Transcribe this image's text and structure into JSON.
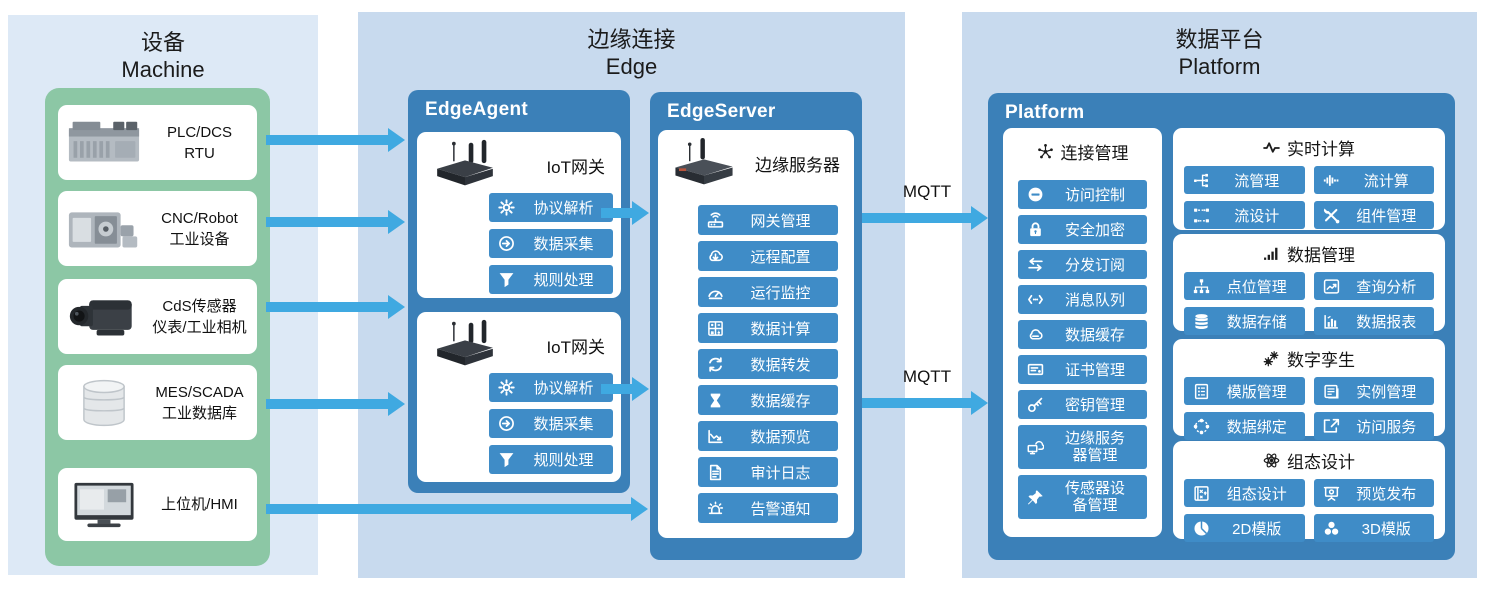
{
  "titles": {
    "machine_zh": "设备",
    "machine_en": "Machine",
    "edge_zh": "边缘连接",
    "edge_en": "Edge",
    "platform_zh": "数据平台",
    "platform_en": "Platform"
  },
  "machine": {
    "devices": [
      {
        "icon": "plc-device-image",
        "lines": [
          "PLC/DCS",
          "RTU"
        ]
      },
      {
        "icon": "cnc-machine-image",
        "lines": [
          "CNC/Robot",
          "工业设备"
        ]
      },
      {
        "icon": "industrial-camera-image",
        "lines": [
          "CdS传感器",
          "仪表/工业相机"
        ]
      },
      {
        "icon": "database-image",
        "lines": [
          "MES/SCADA",
          "工业数据库"
        ]
      },
      {
        "icon": "hmi-monitor-image",
        "lines": [
          "上位机/HMI"
        ]
      }
    ]
  },
  "edge": {
    "agent": {
      "title": "EdgeAgent",
      "gateways": [
        {
          "icon": "iot-gateway-image",
          "label": "IoT网关",
          "features": [
            {
              "icon": "gear-icon",
              "label": "协议解析"
            },
            {
              "icon": "collect-arrow-icon",
              "label": "数据采集"
            },
            {
              "icon": "filter-icon",
              "label": "规则处理"
            }
          ]
        },
        {
          "icon": "iot-gateway-image",
          "label": "IoT网关",
          "features": [
            {
              "icon": "gear-icon",
              "label": "协议解析"
            },
            {
              "icon": "collect-arrow-icon",
              "label": "数据采集"
            },
            {
              "icon": "filter-icon",
              "label": "规则处理"
            }
          ]
        }
      ]
    },
    "server": {
      "title": "EdgeServer",
      "device": {
        "icon": "edge-server-image",
        "label": "边缘服务器"
      },
      "features": [
        {
          "icon": "gateway-router-icon",
          "label": "网关管理"
        },
        {
          "icon": "cloud-download-icon",
          "label": "远程配置"
        },
        {
          "icon": "gauge-icon",
          "label": "运行监控"
        },
        {
          "icon": "calculator-icon",
          "label": "数据计算"
        },
        {
          "icon": "sync-icon",
          "label": "数据转发"
        },
        {
          "icon": "hourglass-icon",
          "label": "数据缓存"
        },
        {
          "icon": "chart-preview-icon",
          "label": "数据预览"
        },
        {
          "icon": "document-icon",
          "label": "审计日志"
        },
        {
          "icon": "alarm-icon",
          "label": "告警通知"
        }
      ]
    }
  },
  "platform": {
    "box_title": "Platform",
    "connection": {
      "icon": "network-icon",
      "title": "连接管理",
      "features": [
        {
          "icon": "block-icon",
          "label": "访问控制"
        },
        {
          "icon": "lock-icon",
          "label": "安全加密"
        },
        {
          "icon": "swap-icon",
          "label": "分发订阅"
        },
        {
          "icon": "message-queue-icon",
          "label": "消息队列"
        },
        {
          "icon": "cloud-icon",
          "label": "数据缓存"
        },
        {
          "icon": "certificate-icon",
          "label": "证书管理"
        },
        {
          "icon": "key-icon",
          "label": "密钥管理"
        },
        {
          "icon": "edge-server-manage-icon",
          "label": "边缘服务器管理",
          "tall": true
        },
        {
          "icon": "pushpin-icon",
          "label": "传感器设备管理",
          "tall": true
        }
      ]
    },
    "groups": [
      {
        "icon": "pulse-icon",
        "title": "实时计算",
        "features": [
          {
            "icon": "stream-manage-icon",
            "label": "流管理"
          },
          {
            "icon": "waveform-icon",
            "label": "流计算"
          },
          {
            "icon": "flow-design-icon",
            "label": "流设计"
          },
          {
            "icon": "tools-icon",
            "label": "组件管理"
          }
        ]
      },
      {
        "icon": "signal-bars-icon",
        "title": "数据管理",
        "features": [
          {
            "icon": "sitemap-icon",
            "label": "点位管理"
          },
          {
            "icon": "trend-chart-icon",
            "label": "查询分析"
          },
          {
            "icon": "database-icon",
            "label": "数据存储"
          },
          {
            "icon": "report-chart-icon",
            "label": "数据报表"
          }
        ]
      },
      {
        "icon": "gears-icon",
        "title": "数字孪生",
        "features": [
          {
            "icon": "template-list-icon",
            "label": "模版管理"
          },
          {
            "icon": "instance-doc-icon",
            "label": "实例管理"
          },
          {
            "icon": "binding-circle-icon",
            "label": "数据绑定"
          },
          {
            "icon": "share-export-icon",
            "label": "访问服务"
          }
        ]
      },
      {
        "icon": "atom-icon",
        "title": "组态设计",
        "features": [
          {
            "icon": "sketch-design-icon",
            "label": "组态设计"
          },
          {
            "icon": "presentation-icon",
            "label": "预览发布"
          },
          {
            "icon": "pie-chart-icon",
            "label": "2D模版"
          },
          {
            "icon": "spheres-3d-icon",
            "label": "3D模版"
          }
        ]
      }
    ]
  },
  "connections": {
    "mqtt_label": "MQTT"
  },
  "colors": {
    "machine_panel_bg": "#dde9f6",
    "edge_panel_bg": "#c8daee",
    "platform_panel_bg": "#c8daee",
    "machine_group_green": "#8cc7a5",
    "box_blue": "#3b80b8",
    "button_blue": "#3f8cc7",
    "arrow_blue": "#3fa9e1",
    "card_white": "#ffffff",
    "title_text": "#1b1b1b"
  }
}
